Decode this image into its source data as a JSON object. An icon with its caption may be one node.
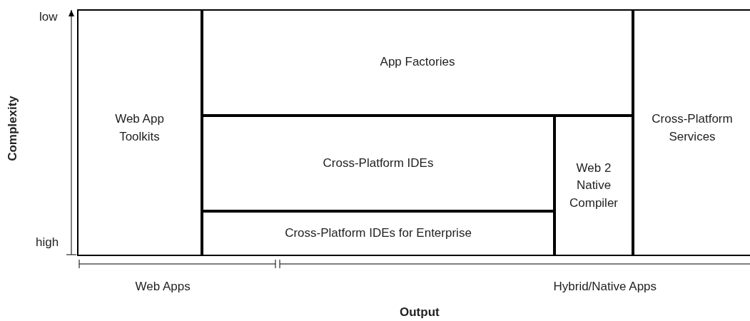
{
  "diagram": {
    "nodes": [
      {
        "text": [
          "Web App Toolkits"
        ]
      },
      {
        "text": [
          "App Factories"
        ]
      },
      {
        "text": [
          "Cross-Platform IDEs"
        ]
      },
      {
        "text": [
          "Cross-Platform IDEs for Enterprise"
        ]
      },
      {
        "text": [
          "Web 2 Native Compiler"
        ]
      },
      {
        "text": [
          "Cross-Platform Services"
        ]
      }
    ],
    "edges": [],
    "labels": [
      "low",
      "Complexity",
      "high",
      "Web Apps",
      "Hybrid/Native Apps",
      "Output"
    ]
  }
}
